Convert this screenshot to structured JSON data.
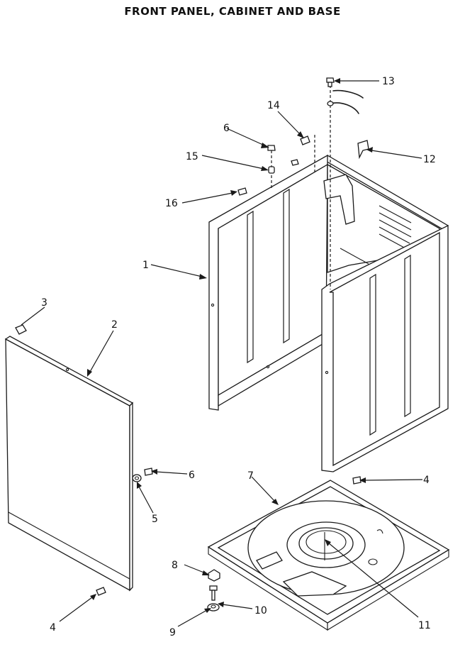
{
  "title": "FRONT PANEL, CABINET AND BASE",
  "callouts": {
    "c1": "1",
    "c2": "2",
    "c3": "3",
    "c4a": "4",
    "c4b": "4",
    "c5": "5",
    "c6a": "6",
    "c6b": "6",
    "c7": "7",
    "c8": "8",
    "c9": "9",
    "c10": "10",
    "c11": "11",
    "c12": "12",
    "c13": "13",
    "c14": "14",
    "c15": "15",
    "c16": "16"
  }
}
